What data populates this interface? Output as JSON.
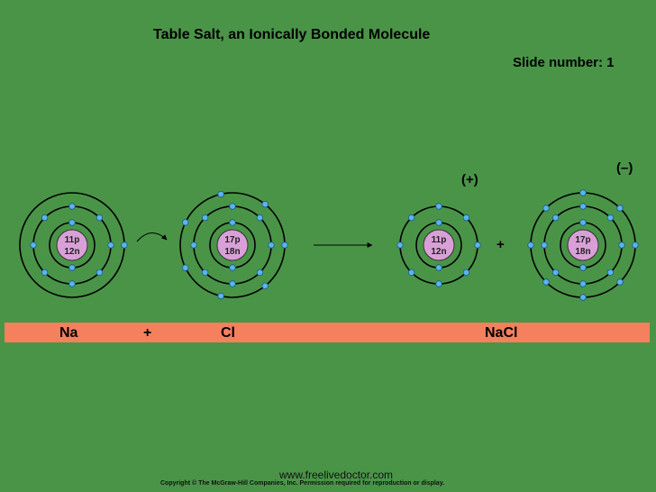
{
  "slide": {
    "title": "Table Salt, an Ionically Bonded Molecule",
    "slide_number_label": "Slide number: 1"
  },
  "atoms": [
    {
      "name": "sodium-atom",
      "protons": "11p",
      "neutrons": "12n",
      "shell_electrons": [
        2,
        8,
        1
      ]
    },
    {
      "name": "chlorine-atom",
      "protons": "17p",
      "neutrons": "18n",
      "shell_electrons": [
        2,
        8,
        7
      ]
    },
    {
      "name": "sodium-ion",
      "protons": "11p",
      "neutrons": "12n",
      "shell_electrons": [
        2,
        8
      ]
    },
    {
      "name": "chloride-ion",
      "protons": "17p",
      "neutrons": "18n",
      "shell_electrons": [
        2,
        8,
        8
      ]
    }
  ],
  "charges": {
    "positive": "(+)",
    "negative": "(–)"
  },
  "plus_sign": "+",
  "equation": {
    "reactant1": "Na",
    "plus": "+",
    "reactant2": "Cl",
    "product": "NaCl"
  },
  "footer": {
    "website": "www.freelivedoctor.com",
    "copyright": "Copyright © The McGraw-Hill Companies, Inc. Permission required for reproduction or display."
  },
  "colors": {
    "background": "#4a9448",
    "band": "#f4805e",
    "nucleus": "#d9a0d8",
    "electron": "#5ab4ee",
    "shell": "#000000"
  }
}
